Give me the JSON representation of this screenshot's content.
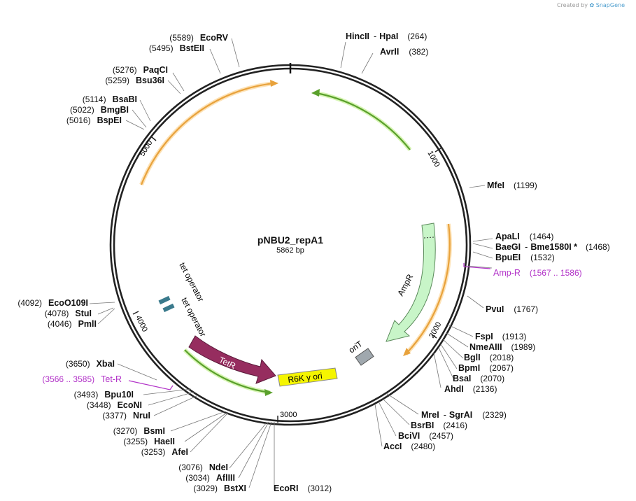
{
  "credit": {
    "prefix": "Created by",
    "brand": "SnapGene"
  },
  "plasmid": {
    "name": "pNBU2_repA1",
    "size": "5862 bp",
    "length": 5862
  },
  "ticks": [
    {
      "label": "1000",
      "bp": 1000
    },
    {
      "label": "2000",
      "bp": 2000
    },
    {
      "label": "3000",
      "bp": 3000
    },
    {
      "label": "4000",
      "bp": 4000
    },
    {
      "label": "5000",
      "bp": 5000
    }
  ],
  "enzymes": [
    {
      "names": [
        "HincII",
        "HpaI"
      ],
      "pos": "(264)"
    },
    {
      "names": [
        "AvrII"
      ],
      "pos": "(382)"
    },
    {
      "names": [
        "MfeI"
      ],
      "pos": "(1199)"
    },
    {
      "names": [
        "ApaLI"
      ],
      "pos": "(1464)"
    },
    {
      "names": [
        "BaeGI",
        "Bme1580I *"
      ],
      "pos": "(1468)"
    },
    {
      "names": [
        "BpuEI"
      ],
      "pos": "(1532)"
    },
    {
      "names": [
        "PvuI"
      ],
      "pos": "(1767)"
    },
    {
      "names": [
        "FspI"
      ],
      "pos": "(1913)"
    },
    {
      "names": [
        "NmeAIII"
      ],
      "pos": "(1989)"
    },
    {
      "names": [
        "BglI"
      ],
      "pos": "(2018)"
    },
    {
      "names": [
        "BpmI"
      ],
      "pos": "(2067)"
    },
    {
      "names": [
        "BsaI"
      ],
      "pos": "(2070)"
    },
    {
      "names": [
        "AhdI"
      ],
      "pos": "(2136)"
    },
    {
      "names": [
        "MreI",
        "SgrAI"
      ],
      "pos": "(2329)"
    },
    {
      "names": [
        "BsrBI"
      ],
      "pos": "(2416)"
    },
    {
      "names": [
        "BciVI"
      ],
      "pos": "(2457)"
    },
    {
      "names": [
        "AccI"
      ],
      "pos": "(2480)"
    },
    {
      "names": [
        "EcoRI"
      ],
      "pos": "(3012)"
    },
    {
      "names": [
        "BstXI"
      ],
      "pos": "(3029)"
    },
    {
      "names": [
        "AflIII"
      ],
      "pos": "(3034)"
    },
    {
      "names": [
        "NdeI"
      ],
      "pos": "(3076)"
    },
    {
      "names": [
        "AfeI"
      ],
      "pos": "(3253)"
    },
    {
      "names": [
        "HaeII"
      ],
      "pos": "(3255)"
    },
    {
      "names": [
        "BsmI"
      ],
      "pos": "(3270)"
    },
    {
      "names": [
        "NruI"
      ],
      "pos": "(3377)"
    },
    {
      "names": [
        "EcoNI"
      ],
      "pos": "(3448)"
    },
    {
      "names": [
        "Bpu10I"
      ],
      "pos": "(3493)"
    },
    {
      "names": [
        "XbaI"
      ],
      "pos": "(3650)"
    },
    {
      "names": [
        "PmlI"
      ],
      "pos": "(4046)"
    },
    {
      "names": [
        "StuI"
      ],
      "pos": "(4078)"
    },
    {
      "names": [
        "EcoO109I"
      ],
      "pos": "(4092)"
    },
    {
      "names": [
        "BspEI"
      ],
      "pos": "(5016)"
    },
    {
      "names": [
        "BmgBI"
      ],
      "pos": "(5022)"
    },
    {
      "names": [
        "BsaBI"
      ],
      "pos": "(5114)"
    },
    {
      "names": [
        "Bsu36I"
      ],
      "pos": "(5259)"
    },
    {
      "names": [
        "PaqCI"
      ],
      "pos": "(5276)"
    },
    {
      "names": [
        "BstEII"
      ],
      "pos": "(5495)"
    },
    {
      "names": [
        "EcoRV"
      ],
      "pos": "(5589)"
    }
  ],
  "primers": [
    {
      "name": "Amp-R",
      "range": "(1567 .. 1586)"
    },
    {
      "name": "Tet-R",
      "range": "(3566 .. 3585)"
    }
  ],
  "features": [
    {
      "name": "AmpR",
      "color": "#c8f5c8",
      "type": "gene"
    },
    {
      "name": "oriT",
      "color": "#a0a8ae",
      "type": "origin"
    },
    {
      "name": "R6K γ ori",
      "color": "#f5f500",
      "type": "origin"
    },
    {
      "name": "TetR",
      "color": "#962d5f",
      "type": "gene"
    },
    {
      "name": "tet operator",
      "color": "#3a7a8c",
      "type": "protein_bind"
    },
    {
      "name": "tet operator",
      "color": "#3a7a8c",
      "type": "protein_bind"
    }
  ],
  "colors": {
    "orf_orange": "#e8a23c",
    "orf_green": "#5aa02c",
    "primer": "#b233c8"
  }
}
